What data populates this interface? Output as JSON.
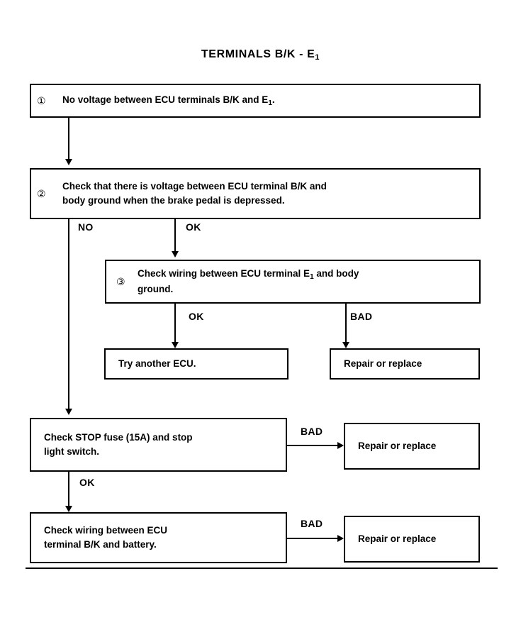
{
  "document": {
    "title_prefix": "TERMINALS B/K - E",
    "title_sub": "1"
  },
  "flowchart": {
    "type": "troubleshooting-flowchart",
    "nodes": [
      {
        "id": "step1",
        "marker": "①",
        "text_prefix": "No voltage between ECU terminals B/K and E",
        "text_sub": "1",
        "text_suffix": "."
      },
      {
        "id": "step2",
        "marker": "②",
        "line1": "Check that there is voltage between ECU terminal B/K and",
        "line2": "body ground when the brake pedal is depressed."
      },
      {
        "id": "step3",
        "marker": "③",
        "text_prefix": "Check wiring between ECU terminal E",
        "text_sub": "1",
        "text_suffix": " and body",
        "line2": "ground."
      },
      {
        "id": "try-another-ecu",
        "text": "Try another ECU."
      },
      {
        "id": "repair-or-replace-1",
        "text": "Repair or replace"
      },
      {
        "id": "check-stop-fuse",
        "line1": "Check STOP fuse (15A) and stop",
        "line2": "light switch."
      },
      {
        "id": "repair-or-replace-2",
        "text": "Repair or replace"
      },
      {
        "id": "check-wiring-battery",
        "line1": "Check wiring between ECU",
        "line2": "terminal B/K and battery."
      },
      {
        "id": "repair-or-replace-3",
        "text": "Repair or replace"
      }
    ],
    "edge_labels": {
      "step2_no": "NO",
      "step2_ok": "OK",
      "step3_ok": "OK",
      "step3_bad": "BAD",
      "stop_fuse_bad": "BAD",
      "stop_fuse_ok": "OK",
      "wiring_battery_bad": "BAD"
    }
  },
  "colors": {
    "ink": "#000000",
    "paper": "#ffffff"
  }
}
